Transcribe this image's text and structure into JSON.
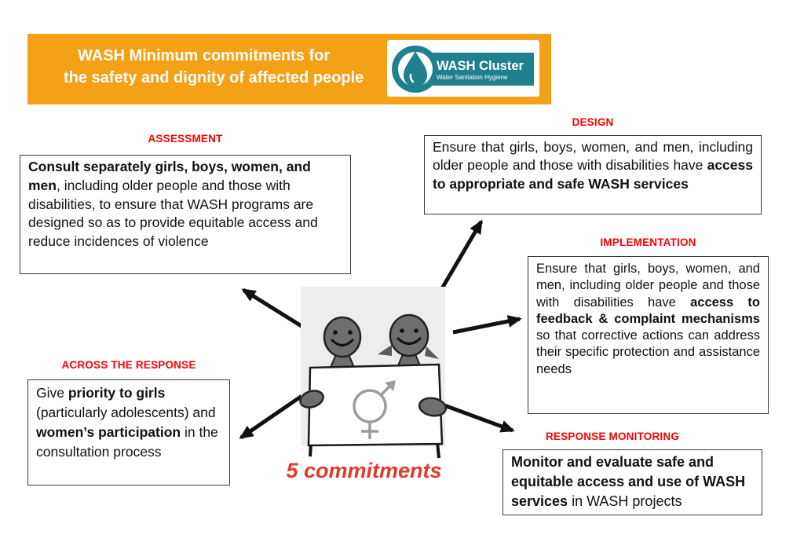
{
  "header": {
    "title_line1": "WASH Minimum commitments for",
    "title_line2": "the safety and dignity of affected people",
    "bg_color": "#F5A118",
    "logo": {
      "name": "WASH Cluster",
      "tagline": "Water Sanitation Hygiene",
      "teal": "#1F808E"
    }
  },
  "label_color": "#FF0000",
  "commitments": [
    {
      "id": "assessment",
      "label": "ASSESSMENT",
      "segments": [
        {
          "text": "Consult separately girls, boys, women, and men",
          "bold": true
        },
        {
          "text": ", including older people and those with disabilities, to ensure that WASH programs are designed so as to provide equitable access and reduce incidences of violence",
          "bold": false
        }
      ]
    },
    {
      "id": "design",
      "label": "DESIGN",
      "segments": [
        {
          "text": "Ensure that girls, boys, women, and men, including older people and those with disabilities have ",
          "bold": false
        },
        {
          "text": "access to appropriate and safe WASH services",
          "bold": true
        }
      ]
    },
    {
      "id": "implementation",
      "label": "IMPLEMENTATION",
      "segments": [
        {
          "text": "Ensure that girls, boys, women, and men, including older people and those with disabilities have ",
          "bold": false
        },
        {
          "text": "access to feedback & complaint mechanisms",
          "bold": true
        },
        {
          "text": " so that corrective actions can address their specific protection and assistance needs",
          "bold": false
        }
      ]
    },
    {
      "id": "across-the-response",
      "label": "ACROSS THE RESPONSE",
      "segments": [
        {
          "text": "Give ",
          "bold": false
        },
        {
          "text": "priority to girls",
          "bold": true
        },
        {
          "text": " (particularly adolescents) and ",
          "bold": false
        },
        {
          "text": "women’s participation",
          "bold": true
        },
        {
          "text": " in the consultation process",
          "bold": false
        }
      ]
    },
    {
      "id": "response-monitoring",
      "label": "RESPONSE MONITORING",
      "segments": [
        {
          "text": "Monitor and evaluate safe and equitable access and use of WASH services",
          "bold": true
        },
        {
          "text": " in WASH projects",
          "bold": false
        }
      ]
    }
  ],
  "center": {
    "caption": "5 commitments",
    "caption_color": "#E2392B",
    "graphic": "two-smiling-figures-holding-banner-with-combined-gender-symbol"
  }
}
